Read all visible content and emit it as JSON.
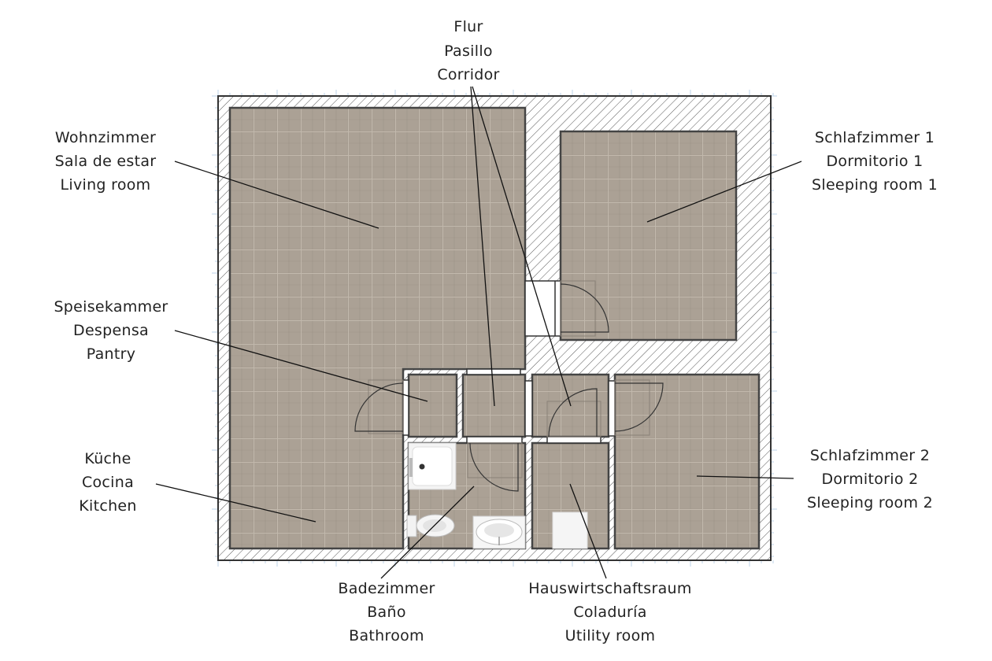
{
  "title": "Floor plan",
  "colors": {
    "floor": "#a79d91",
    "hatch": "#555555",
    "wall_outline": "#333333",
    "ruler": "#bcd3ea"
  },
  "rooms": [
    {
      "id": "corridor",
      "lines": [
        "Flur",
        "Pasillo",
        "Corridor"
      ]
    },
    {
      "id": "living",
      "lines": [
        "Wohnzimmer",
        "Sala de estar",
        "Living room"
      ]
    },
    {
      "id": "bedroom1",
      "lines": [
        "Schlafzimmer 1",
        "Dormitorio 1",
        "Sleeping room 1"
      ]
    },
    {
      "id": "pantry",
      "lines": [
        "Speisekammer",
        "Despensa",
        "Pantry"
      ]
    },
    {
      "id": "kitchen",
      "lines": [
        "Küche",
        "Cocina",
        "Kitchen"
      ]
    },
    {
      "id": "bedroom2",
      "lines": [
        "Schlafzimmer 2",
        "Dormitorio 2",
        "Sleeping room 2"
      ]
    },
    {
      "id": "bathroom",
      "lines": [
        "Badezimmer",
        "Baño",
        "Bathroom"
      ]
    },
    {
      "id": "utility",
      "lines": [
        "Hauswirtschaftsraum",
        "Coladuría",
        "Utility room"
      ]
    }
  ]
}
